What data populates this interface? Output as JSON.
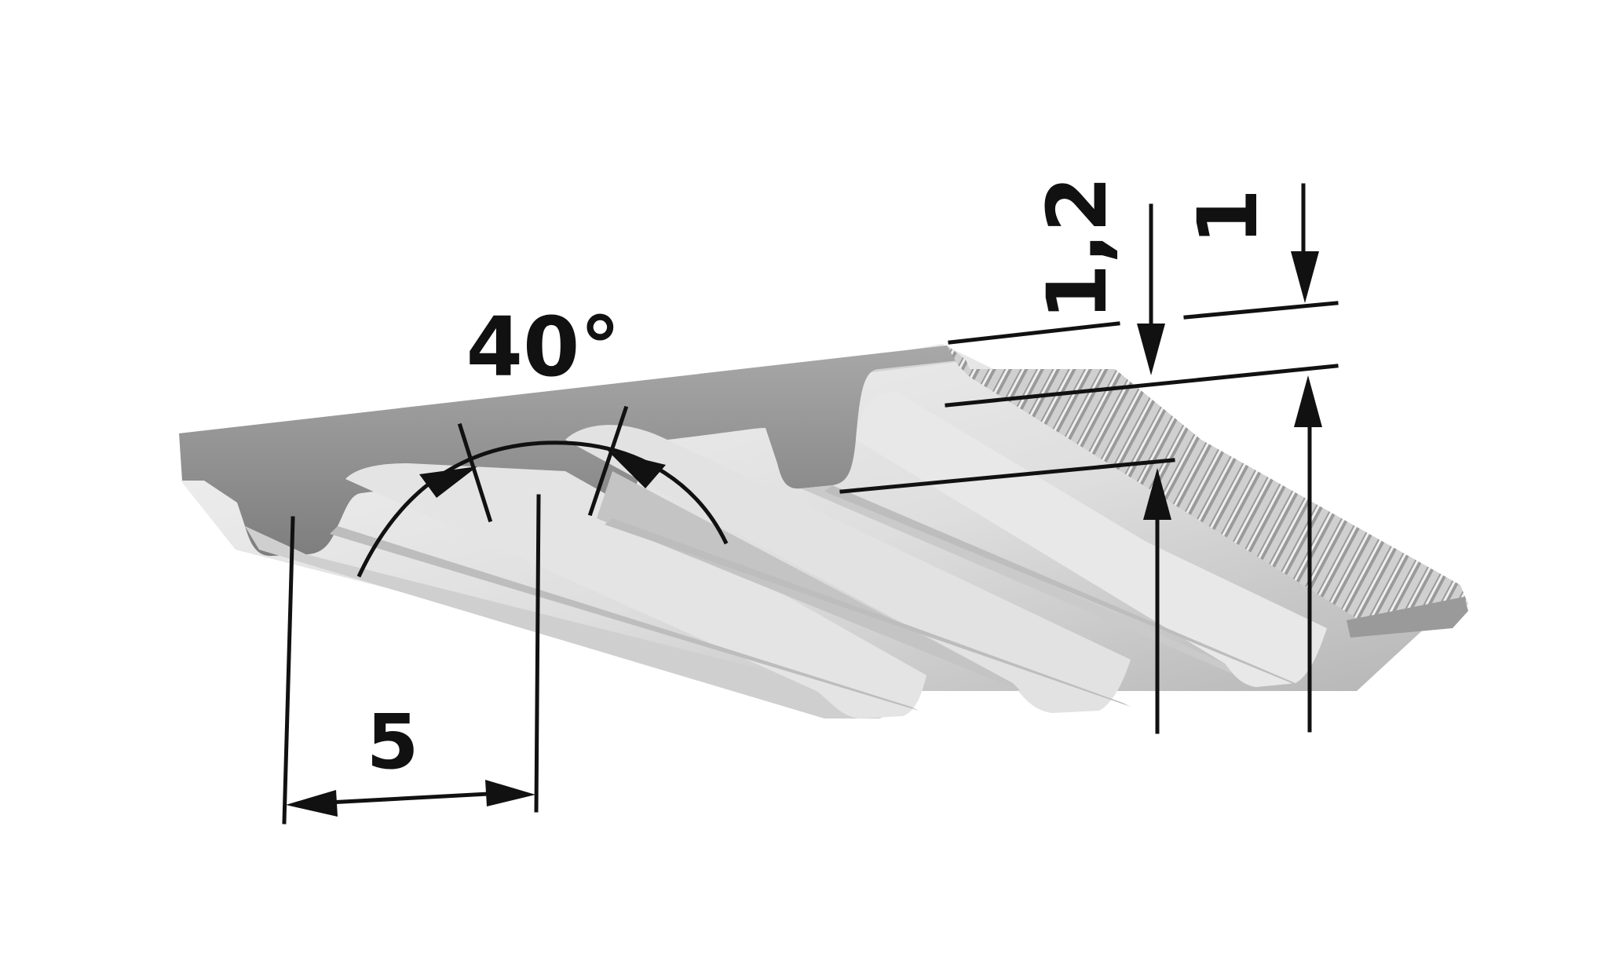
{
  "dimensions": {
    "angle": "40°",
    "pitch": "5",
    "total_height": "1,2",
    "tooth_height": "1"
  },
  "colors": {
    "belt_light": "#ececec",
    "belt_mid": "#c9c9c9",
    "belt_dark": "#8e8e8e",
    "cord": "#b8b8b8",
    "dimension": "#111111"
  }
}
